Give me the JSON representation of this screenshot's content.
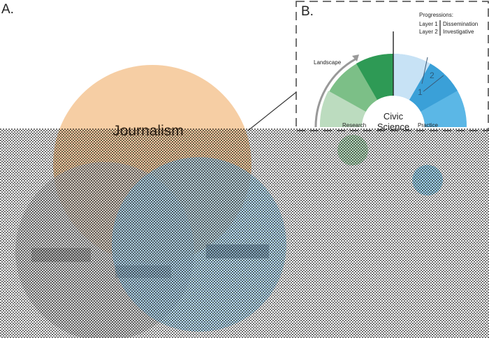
{
  "panel_a": {
    "label": "A.",
    "venn": [
      {
        "name": "Journalism",
        "color": "#f5c99a"
      },
      {
        "name": "",
        "color": "#c9c9c9"
      },
      {
        "name": "",
        "color": "#9ed0ee"
      }
    ]
  },
  "panel_b": {
    "label": "B.",
    "center_line1": "Civic",
    "center_line2": "Science",
    "landscape": "Landscape",
    "research": "Research",
    "practice": "Practice",
    "progressions_title": "Progressions:",
    "layer1": "Layer 1",
    "layer2": "Layer 2",
    "dissemination": "Dissemination",
    "investigative": "Investigative",
    "n1": "1",
    "n2": "2",
    "colors": {
      "green_dark": "#2e9a55",
      "green_mid": "#7cbf87",
      "green_light": "#bcdcbf",
      "blue_dark": "#3aa0d8",
      "blue_mid": "#8cc8ec",
      "blue_light": "#c7e2f5"
    }
  }
}
